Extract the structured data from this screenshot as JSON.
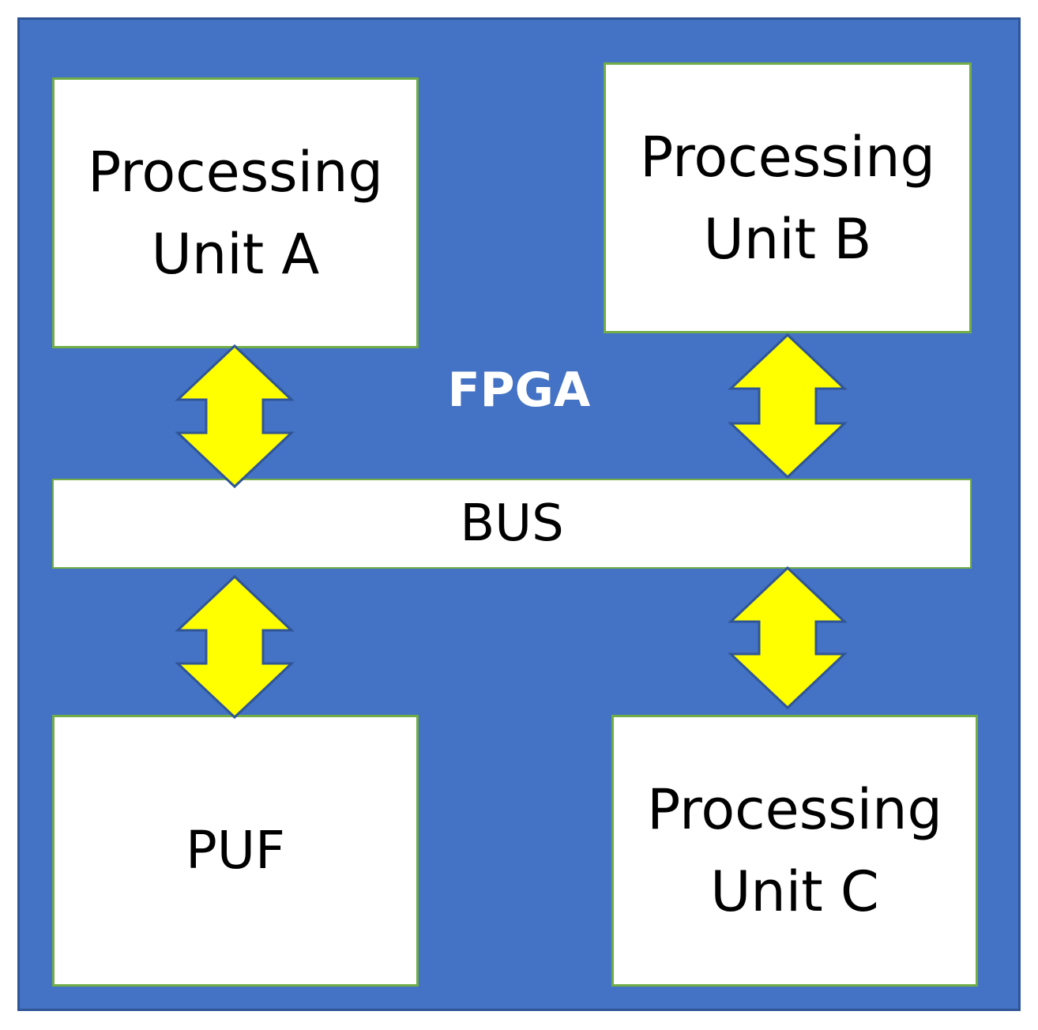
{
  "fpga": {
    "label": "FPGA",
    "board_color": "#4472C4",
    "block_border_color": "#70AD47",
    "arrow_color": "#FFFF00"
  },
  "blocks": {
    "unit_a": {
      "line1": "Processing",
      "line2": "Unit A"
    },
    "unit_b": {
      "line1": "Processing",
      "line2": "Unit B"
    },
    "bus": {
      "label": "BUS"
    },
    "puf": {
      "label": "PUF"
    },
    "unit_c": {
      "line1": "Processing",
      "line2": "Unit C"
    }
  },
  "arrows": [
    {
      "name": "arrow-unit-a-bus",
      "from": "Processing Unit A",
      "to": "BUS",
      "direction": "bidirectional"
    },
    {
      "name": "arrow-unit-b-bus",
      "from": "Processing Unit B",
      "to": "BUS",
      "direction": "bidirectional"
    },
    {
      "name": "arrow-bus-puf",
      "from": "BUS",
      "to": "PUF",
      "direction": "bidirectional"
    },
    {
      "name": "arrow-bus-unit-c",
      "from": "BUS",
      "to": "Processing Unit C",
      "direction": "bidirectional"
    }
  ]
}
